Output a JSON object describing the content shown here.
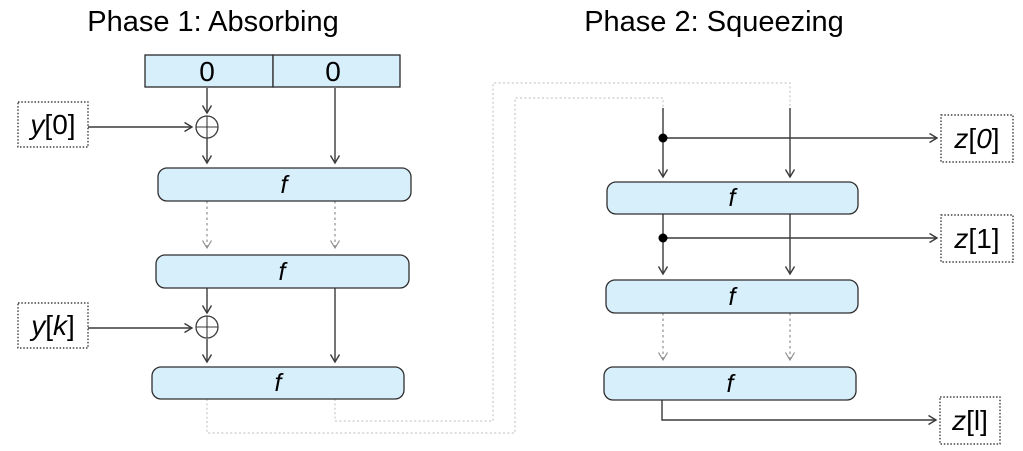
{
  "diagram": {
    "phase1_title": "Phase 1: Absorbing",
    "phase2_title": "Phase 2: Squeezing",
    "state": {
      "outer": "0",
      "inner": "0"
    },
    "round_function_label": "f",
    "inputs": {
      "y0": {
        "variable": "y",
        "open": "[",
        "index": "0",
        "close": "]"
      },
      "yk": {
        "variable": "y",
        "open": "[",
        "index": "k",
        "close": "]"
      }
    },
    "outputs": {
      "z0": {
        "variable": "z",
        "open": "[",
        "index": "0",
        "close": "]"
      },
      "z1": {
        "variable": "z",
        "open": "[",
        "index": "1",
        "close": "]"
      },
      "zl": {
        "variable": "z",
        "open": "[",
        "index": "l",
        "close": "]"
      }
    },
    "colors": {
      "box_fill": "#d7eefb",
      "box_border": "#2f2f2f",
      "arrow": "#3a3a3a",
      "dashed_arrow": "#8f8f8f",
      "loop_connector": "#c9c9c9",
      "background": "#ffffff"
    }
  }
}
